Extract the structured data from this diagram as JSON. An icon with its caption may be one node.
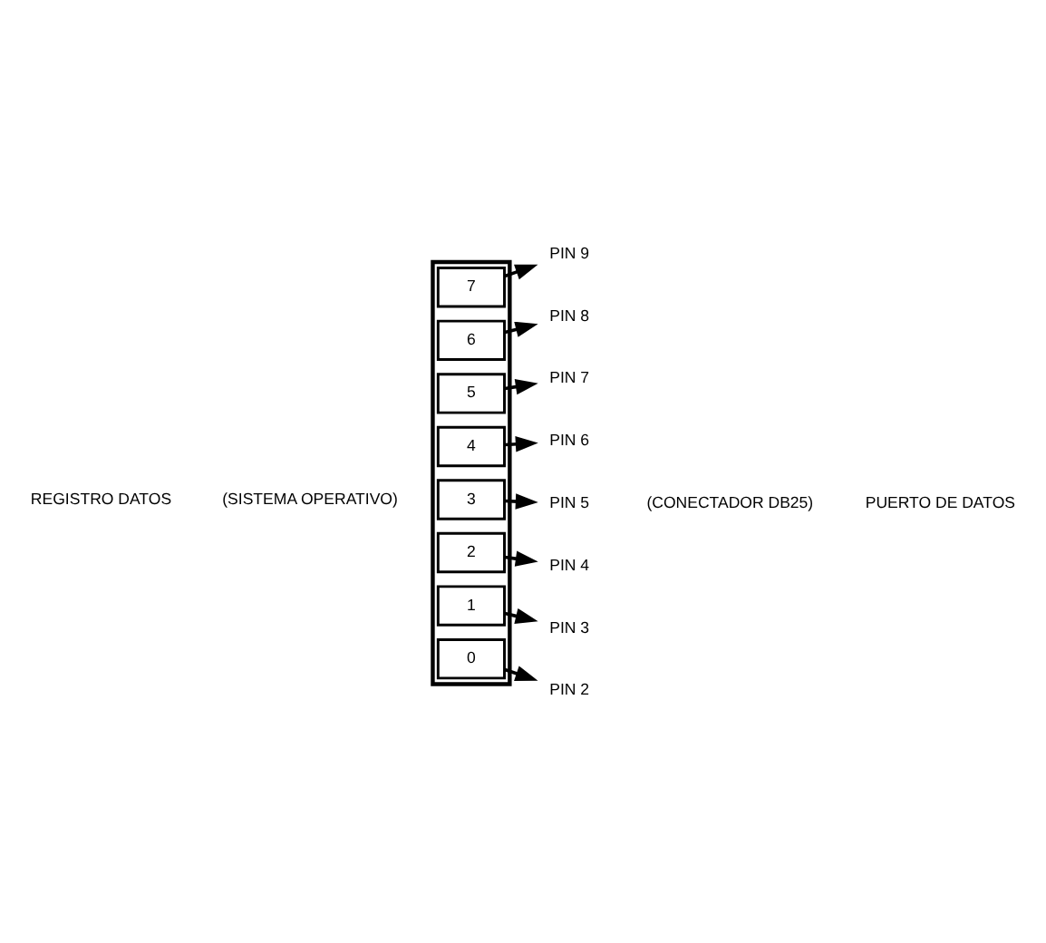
{
  "diagram": {
    "nodes": [
      {
        "text": [],
        "shape": "box"
      },
      {
        "text": [
          "7"
        ],
        "in": 0
      },
      {
        "text": [
          "6"
        ],
        "in": 0
      },
      {
        "text": [
          "5"
        ],
        "in": 0
      },
      {
        "text": [
          "4"
        ],
        "in": 0
      },
      {
        "text": [
          "3"
        ],
        "in": 0
      },
      {
        "text": [
          "2"
        ],
        "in": 0
      },
      {
        "text": [
          "1"
        ],
        "in": 0
      },
      {
        "text": [
          "0"
        ],
        "in": 0
      },
      {
        "text": [
          "PIN 9"
        ]
      },
      {
        "text": [
          "PIN 8"
        ]
      },
      {
        "text": [
          "PIN 7"
        ]
      },
      {
        "text": [
          "PIN 6"
        ]
      },
      {
        "text": [
          "PIN 5"
        ]
      },
      {
        "text": [
          "PIN 4"
        ]
      },
      {
        "text": [
          "PIN 3"
        ]
      },
      {
        "text": [
          "PIN 2"
        ]
      }
    ],
    "edges": [
      {
        "from": 1,
        "to": 9,
        "arrow": "to"
      },
      {
        "from": 2,
        "to": 10,
        "arrow": "to"
      },
      {
        "from": 3,
        "to": 11,
        "arrow": "to"
      },
      {
        "from": 4,
        "to": 12,
        "arrow": "to"
      },
      {
        "from": 5,
        "to": 13,
        "arrow": "to"
      },
      {
        "from": 6,
        "to": 14,
        "arrow": "to"
      },
      {
        "from": 7,
        "to": 15,
        "arrow": "to"
      },
      {
        "from": 8,
        "to": 16,
        "arrow": "to"
      }
    ],
    "labels": [
      "REGISTRO DATOS",
      "(SISTEMA OPERATIVO)",
      "(CONECTADOR DB25)",
      "PUERTO DE DATOS"
    ]
  }
}
